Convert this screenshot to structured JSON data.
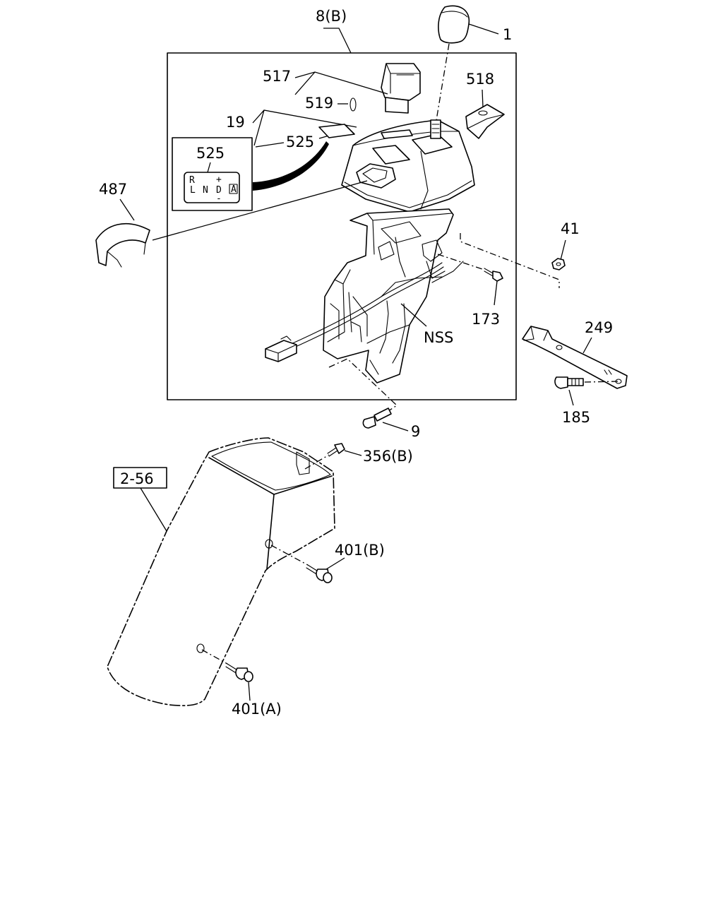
{
  "diagram": {
    "labels": {
      "assembly": "8(B)",
      "knob": "1",
      "p517": "517",
      "p519": "519",
      "p518": "518",
      "p19": "19",
      "p525": "525",
      "inset525": "525",
      "p487": "487",
      "p41": "41",
      "p173": "173",
      "nss": "NSS",
      "p249": "249",
      "p185": "185",
      "p9": "9",
      "p356b": "356(B)",
      "ref256": "2-56",
      "p401b": "401(B)",
      "p401a": "401(A)"
    },
    "indicator": {
      "r": "R",
      "l": "L",
      "n": "N",
      "d": "D",
      "plus": "+",
      "minus": "-",
      "a": "A"
    }
  }
}
